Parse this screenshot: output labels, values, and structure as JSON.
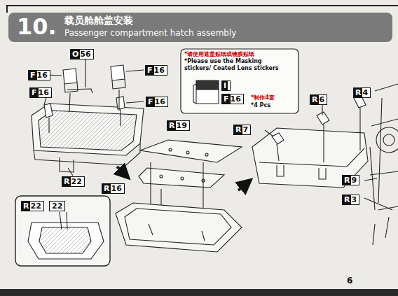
{
  "diagram": {
    "nodes": [
      {
        "text": [
          "10.",
          "载员舱舱盖安装",
          "Passenger compartment hatch assembly"
        ]
      },
      {
        "text": [
          "*请使用遮盖贴纸或镜膜贴纸",
          "*Please use the Masking stickers/ Coated Lens stickers",
          "I",
          "F16",
          "*制作4套",
          "*4 Pcs"
        ]
      },
      {
        "text": [
          "R22",
          "22"
        ]
      }
    ],
    "labels": [
      "O56",
      "F16",
      "F16",
      "F16",
      "F16",
      "R22",
      "R19",
      "R16",
      "R7",
      "R6",
      "R4",
      "R9",
      "R3",
      "6"
    ]
  }
}
